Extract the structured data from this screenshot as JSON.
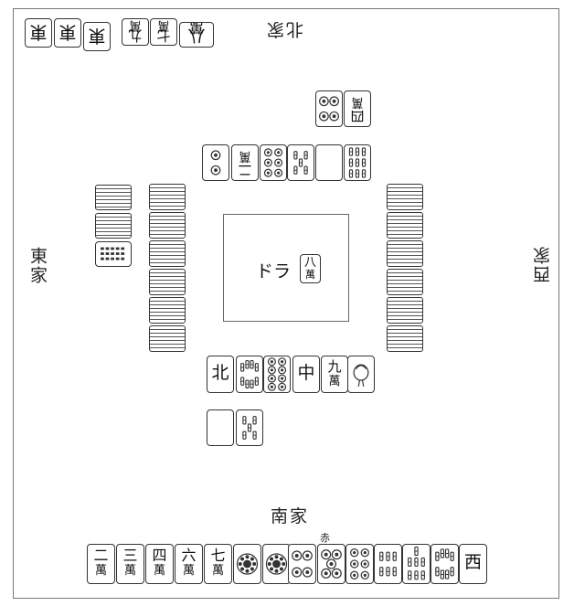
{
  "seats": {
    "north": "北家",
    "east": "東家",
    "south": "南家",
    "west": "西家"
  },
  "dora": {
    "label": "ドラ",
    "indicator": "八萬"
  },
  "aka_marker": "赤",
  "north_hand": [
    "東",
    "東",
    "東",
    "九萬",
    "七萬",
    "八萬"
  ],
  "north_discards_row2": [
    "4筒",
    "四萬"
  ],
  "north_discards_row1": [
    "2筒",
    "二萬",
    "6筒",
    "5条",
    "白",
    "9条"
  ],
  "south_discards_row1": [
    "北",
    "8条",
    "8筒",
    "中",
    "九萬",
    "1条"
  ],
  "south_discards_row2": [
    "白",
    "5条"
  ],
  "south_hand": [
    "二萬",
    "三萬",
    "四萬",
    "六萬",
    "七萬",
    "1筒",
    "1筒",
    "4筒",
    "5筒",
    "6筒",
    "6条",
    "7条",
    "8条",
    "西"
  ],
  "icons": {
    "one_pin": "flower-circle-icon",
    "one_sou": "bird-icon",
    "haku": "blank-tile"
  }
}
